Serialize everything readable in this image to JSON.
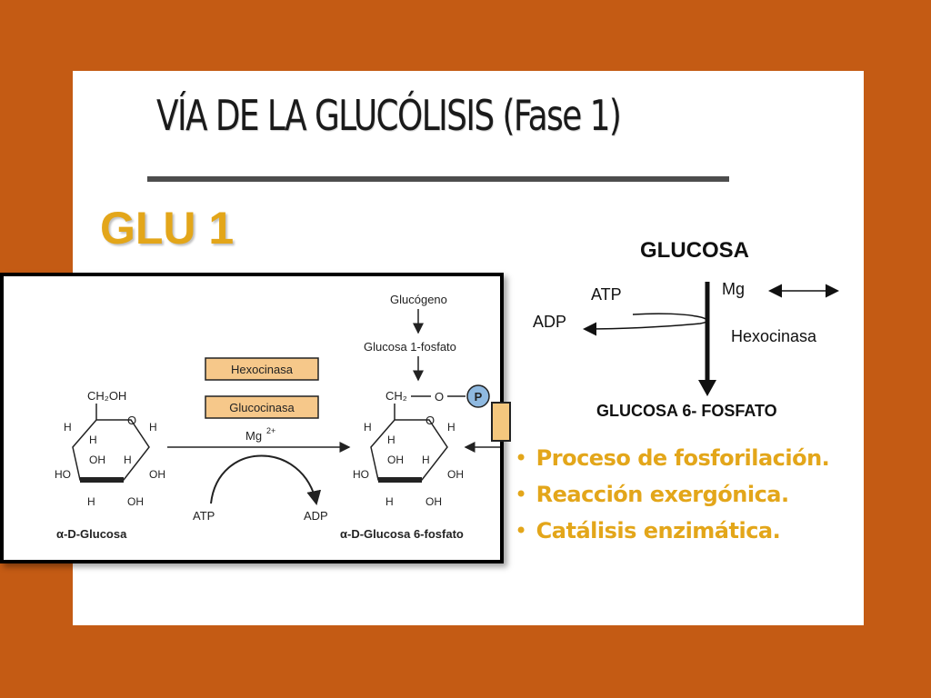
{
  "slide": {
    "title": "VÍA DE LA GLUCÓLISIS (Fase 1)",
    "subtitle": "GLU 1",
    "colors": {
      "background": "#c45b14",
      "accent": "#e3a61a",
      "panel": "#ffffff"
    }
  },
  "figure": {
    "glucogeno": "Glucógeno",
    "glucosa_1_fosfato": "Glucosa 1-fosfato",
    "hexocinasa": "Hexocinasa",
    "glucocinasa": "Glucocinasa",
    "mg": "Mg",
    "mg_charge": "2+",
    "atp": "ATP",
    "adp": "ADP",
    "left_name": "α-D-Glucosa",
    "right_name": "α-D-Glucosa 6-fosfato",
    "ch2oh_left": "CH₂OH",
    "ch2_right": "CH₂",
    "o_link": "O",
    "phosphate": "P",
    "ring_labels": {
      "h": "H",
      "o": "O",
      "oh": "OH",
      "ho": "HO"
    }
  },
  "scheme": {
    "top": "GLUCOSA",
    "atp": "ATP",
    "mg": "Mg",
    "adp": "ADP",
    "enzyme": "Hexocinasa",
    "bottom": "GLUCOSA 6- FOSFATO"
  },
  "bullets": [
    "Proceso de fosforilación.",
    "Reacción exergónica.",
    "Catálisis enzimática."
  ]
}
